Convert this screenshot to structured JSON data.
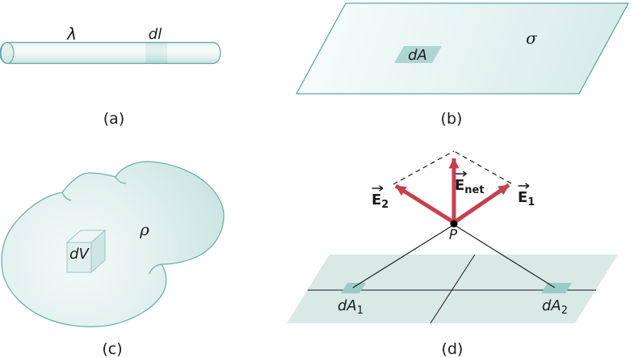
{
  "figure": {
    "panels": {
      "a": {
        "caption": "(a)",
        "lambda_label": "λ",
        "dl_label": "dl"
      },
      "b": {
        "caption": "(b)",
        "sigma_label": "σ",
        "dA_label": "dA"
      },
      "c": {
        "caption": "(c)",
        "rho_label": "ρ",
        "dV_label": "dV"
      },
      "d": {
        "caption": "(d)",
        "point_label": "P",
        "E_symbol": "E",
        "E1_sub": "1",
        "E2_sub": "2",
        "Enet_sub": "net",
        "dA_symbol": "dA",
        "dA1_sub": "1",
        "dA2_sub": "2"
      }
    },
    "colors": {
      "outline_teal": "#5fa8a6",
      "rod_band_fill": "#8cc3bf",
      "surface_patch_fill": "#aed5d2",
      "plane_d_fill": "#d8e9e6",
      "plane_d_patch_fill": "#9ccac7",
      "arrow_red": "#c7404e",
      "line_black": "#1c1c1c"
    }
  }
}
